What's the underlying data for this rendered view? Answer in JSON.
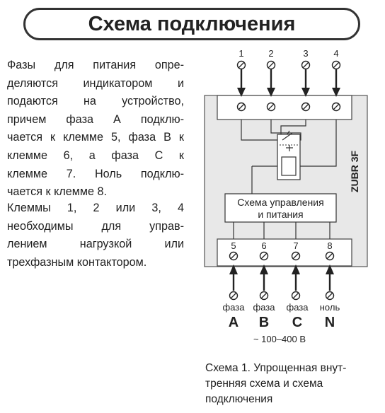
{
  "title": "Схема подключения",
  "paragraph1": [
    "Фазы для питания опре-",
    "деляются индикатором и",
    "подаются на устройство,",
    "причем фаза А подклю-",
    "чается к клемме 5, фаза В к",
    "клемме 6, а фаза С к",
    "клемме 7. Ноль подклю-",
    "чается к клемме 8."
  ],
  "paragraph2": [
    "Клеммы 1, 2 или 3, 4",
    "необходимы для управ-",
    "лением нагрузкой или",
    "трехфазным контактором."
  ],
  "diagram": {
    "top_terminals": [
      "1",
      "2",
      "3",
      "4"
    ],
    "bottom_terminals": [
      "5",
      "6",
      "7",
      "8"
    ],
    "device_label": "ZUBR 3F",
    "control_block": [
      "Схема управления",
      "и питания"
    ],
    "inputs": [
      {
        "word": "фаза",
        "letter": "A"
      },
      {
        "word": "фаза",
        "letter": "B"
      },
      {
        "word": "фаза",
        "letter": "C"
      },
      {
        "word": "ноль",
        "letter": "N"
      }
    ],
    "voltage": "~ 100–400 В"
  },
  "caption": [
    "Схема 1. Упрощенная внут-",
    "тренняя схема и схема",
    "подключения"
  ]
}
